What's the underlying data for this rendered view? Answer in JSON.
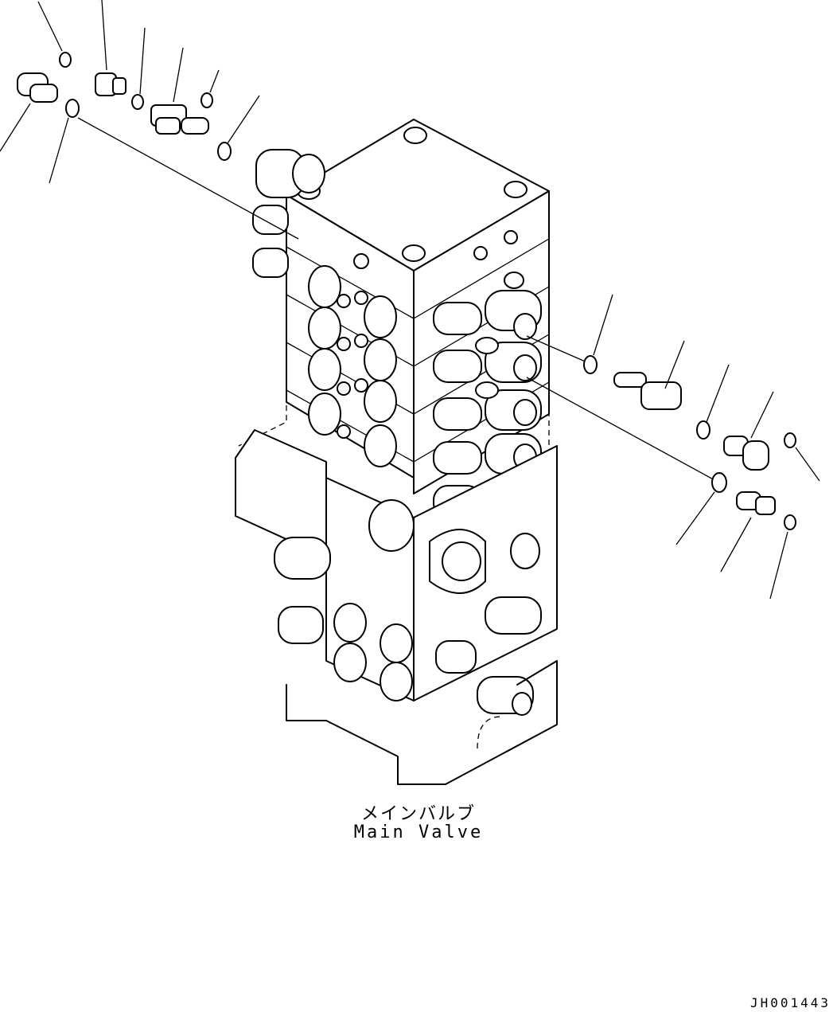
{
  "caption": {
    "japanese": "メインバルブ",
    "english": "Main Valve"
  },
  "drawing_code": "JH001443",
  "colors": {
    "line": "#000000",
    "background": "#ffffff"
  },
  "parts": {
    "left_group": [
      "elbow-fitting",
      "o-ring",
      "nut-fitting",
      "o-ring",
      "tee-fitting",
      "o-ring",
      "o-ring"
    ],
    "right_group": [
      "o-ring",
      "straight-fitting",
      "o-ring",
      "elbow-fitting",
      "o-ring",
      "o-ring",
      "straight-fitting",
      "o-ring"
    ]
  }
}
